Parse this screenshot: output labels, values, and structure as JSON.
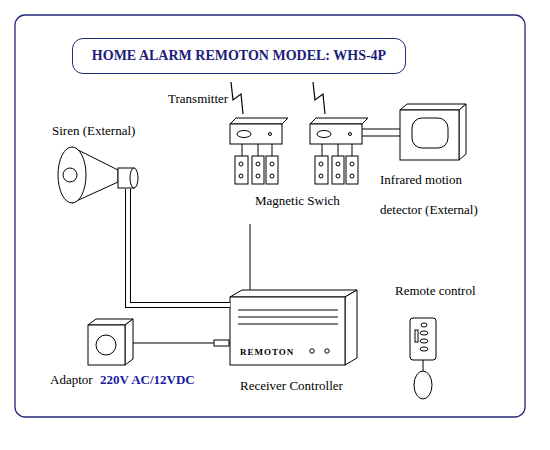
{
  "diagram": {
    "title": "HOME ALARM REMOTON MODEL: WHS-4P",
    "nodes": [
      {
        "text": [
          "Siren (External)"
        ]
      },
      {
        "text": [
          "Infrared motion detector (External)"
        ]
      },
      {
        "text": [
          "Adaptor",
          "220V AC/12VDC"
        ]
      },
      {
        "text": [
          "REMOTON",
          "Receiver Controller"
        ]
      },
      {
        "text": [
          "Remote control"
        ]
      }
    ],
    "edges": [
      {
        "from": 0,
        "to": 3,
        "arrow": "none"
      },
      {
        "from": 2,
        "to": 3,
        "arrow": "none"
      }
    ],
    "labels": [
      "Transmitter",
      "Magnetic Swich"
    ]
  }
}
